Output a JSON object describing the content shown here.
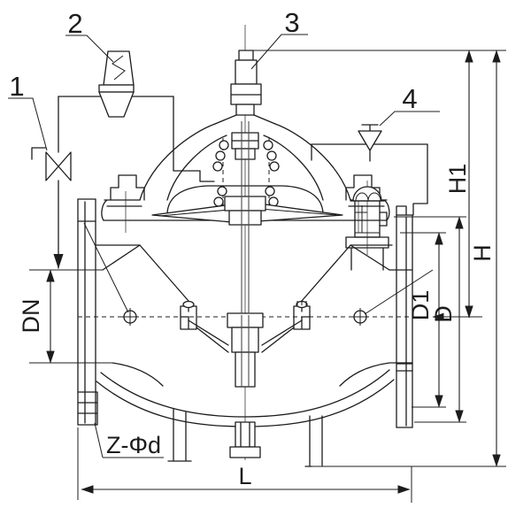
{
  "drawing_title": "control-valve-sectional-drawing",
  "callouts": [
    {
      "label": "1"
    },
    {
      "label": "2"
    },
    {
      "label": "3"
    },
    {
      "label": "4"
    }
  ],
  "dimensions": {
    "dn": {
      "label": "DN"
    },
    "d1": {
      "label": "D1"
    },
    "d": {
      "label": "D"
    },
    "h1": {
      "label": "H1"
    },
    "h": {
      "label": "H"
    },
    "l": {
      "label": "L"
    },
    "bolt_holes": {
      "label": "Z-Φd"
    }
  },
  "colors": {
    "line": "#1c1c1c",
    "centerline": "#7d7d7d",
    "background": "#ffffff"
  }
}
